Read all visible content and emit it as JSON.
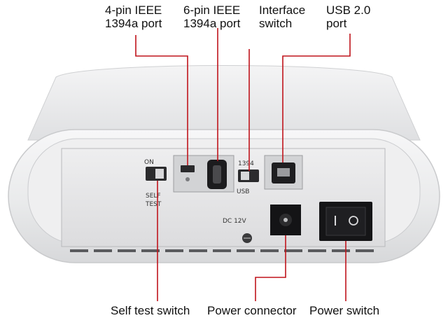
{
  "callouts": {
    "pin4": {
      "line1": "4-pin IEEE",
      "line2": "1394a port"
    },
    "pin6": {
      "line1": "6-pin IEEE",
      "line2": "1394a port"
    },
    "interface": {
      "line1": "Interface",
      "line2": "switch"
    },
    "usb": {
      "line1": "USB 2.0",
      "line2": "port"
    },
    "self_test": "Self test switch",
    "power_connector": "Power connector",
    "power_switch": "Power switch"
  },
  "device_markings": {
    "on": "ON",
    "self": "SELF",
    "test": "TEST",
    "ieee1394": "1394",
    "usb": "USB",
    "dc": "DC 12V"
  },
  "colors": {
    "callout_line": "#c0141c",
    "enclosure": "#e6e7e8",
    "rocker": "#1a1a1a"
  }
}
